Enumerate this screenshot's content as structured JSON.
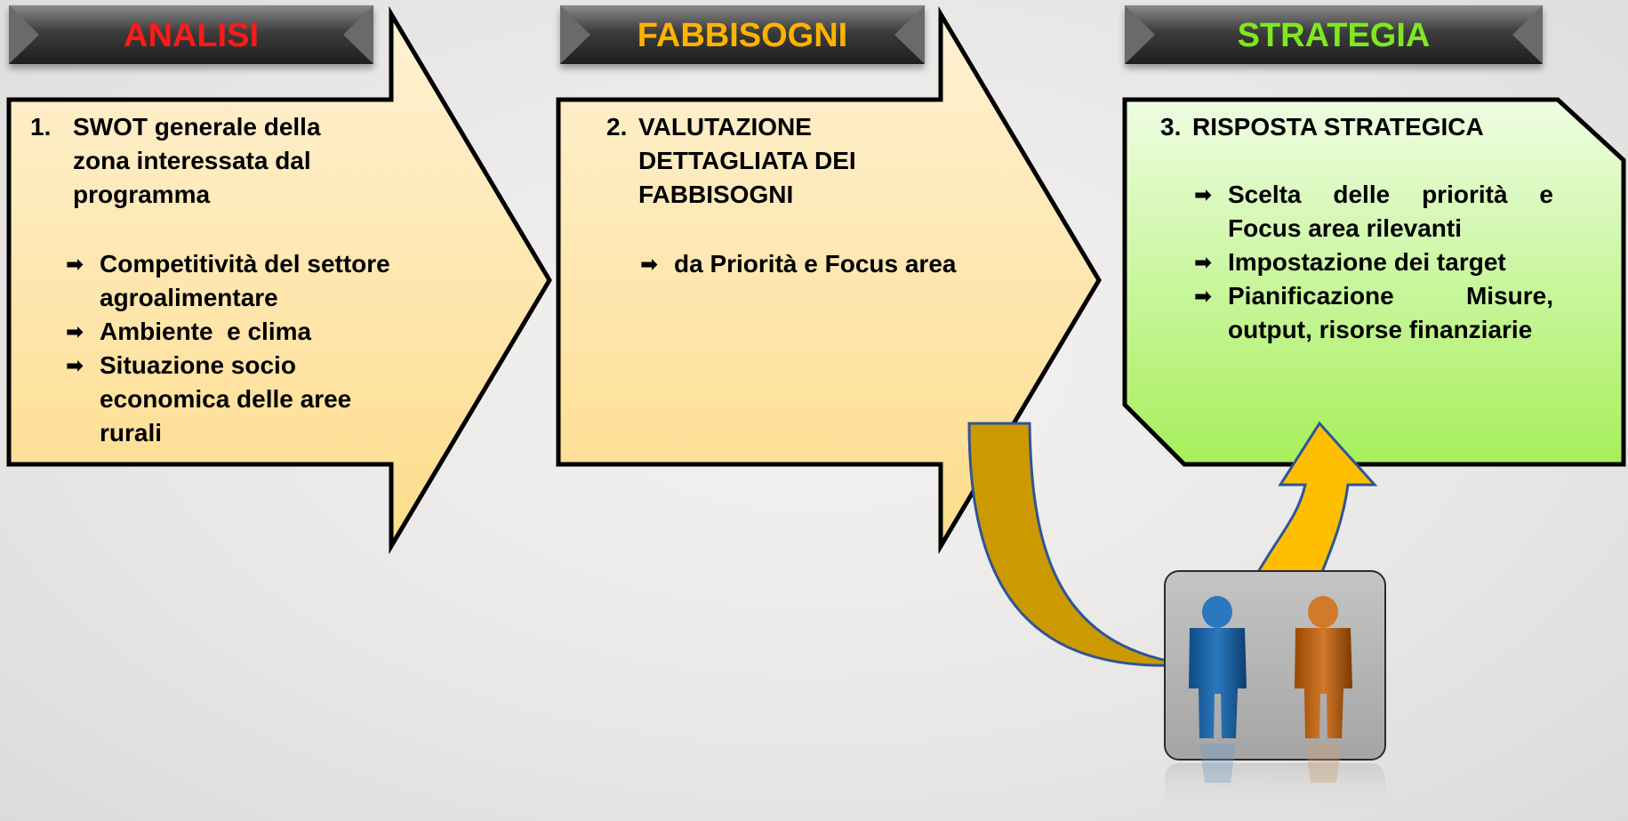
{
  "columns": [
    {
      "banner": "ANALISI",
      "banner_color": "#ff1a1a",
      "number": "1.",
      "heading": "SWOT generale della zona interessata dal programma",
      "bullets": [
        "Competitività del settore agroalimentare",
        "Ambiente  e clima",
        "Situazione socio economica delle aree rurali"
      ],
      "fill_color": "#fde7a8"
    },
    {
      "banner": "FABBISOGNI",
      "banner_color": "#ffb300",
      "number": "2.",
      "heading": "VALUTAZIONE DETTAGLIATA DEI FABBISOGNI",
      "bullets": [
        "da Priorità e Focus area"
      ],
      "fill_color": "#fde7a8"
    },
    {
      "banner": "STRATEGIA",
      "banner_color": "#7fe81f",
      "number": "3.",
      "heading": "RISPOSTA STRATEGICA",
      "bullets": [
        "Scelta delle priorità e Focus area rilevanti",
        "Impostazione dei target",
        "Pianificazione Misure, output, risorse finanziarie"
      ],
      "fill_color": "#b8f27a"
    }
  ],
  "bullet_icon": "right-arrow-icon",
  "people_icon": "two-people-icon",
  "curved_arrow_color": "#cc9a00",
  "up_arrow_color": "#ffbf00",
  "banner_background": "#3a3a3a"
}
